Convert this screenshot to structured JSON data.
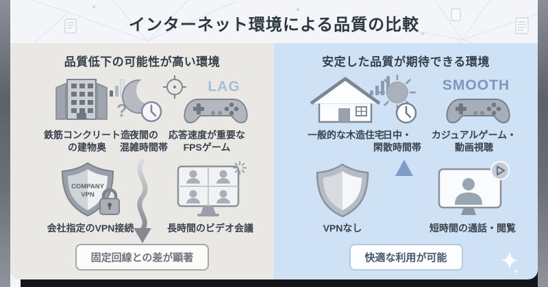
{
  "title": "インターネット環境による品質の比較",
  "left_panel": {
    "heading": "品質低下の可能性が高い環境",
    "row1": [
      {
        "name": "concrete-building",
        "line1": "鉄筋コンクリート造",
        "line2": "の建物奥"
      },
      {
        "name": "night-congestion",
        "line1": "夜間の",
        "line2": "混雑時間帯"
      },
      {
        "name": "fps-game",
        "badge": "LAG",
        "line1": "応答速度が重要な",
        "line2": "FPSゲーム"
      }
    ],
    "row2": [
      {
        "name": "company-vpn",
        "shield_line1": "COMPANY",
        "shield_line2": "VPN",
        "label": "会社指定のVPN接続"
      },
      {
        "name": "long-video-meeting",
        "label": "長時間のビデオ会議"
      }
    ],
    "conclusion": "固定回線との差が顕著"
  },
  "right_panel": {
    "heading": "安定した品質が期待できる環境",
    "row1": [
      {
        "name": "wooden-house",
        "line1": "一般的な木造住宅",
        "line2": ""
      },
      {
        "name": "daytime",
        "line1": "日中・",
        "line2": "閑散時間帯"
      },
      {
        "name": "casual-game",
        "badge": "SMOOTH",
        "line1": "カジュアルゲーム・",
        "line2": "動画視聴"
      }
    ],
    "row2": [
      {
        "name": "no-vpn",
        "label": "VPNなし"
      },
      {
        "name": "short-call",
        "label": "短時間の通話・閲覧"
      }
    ],
    "conclusion": "快適な利用が可能"
  },
  "colors": {
    "left_panel_bg": "#e9e8e4",
    "right_panel_bg": "#cfe1f4",
    "lag_text": "#a8bdd6",
    "smooth_text": "#7e96ba",
    "arrow_blue": "#7e9dc8",
    "arrow_gray": "#85898f",
    "title_text": "#2d3741",
    "frame_bar": "#8a8f98",
    "bottom_bar": "#141519"
  }
}
